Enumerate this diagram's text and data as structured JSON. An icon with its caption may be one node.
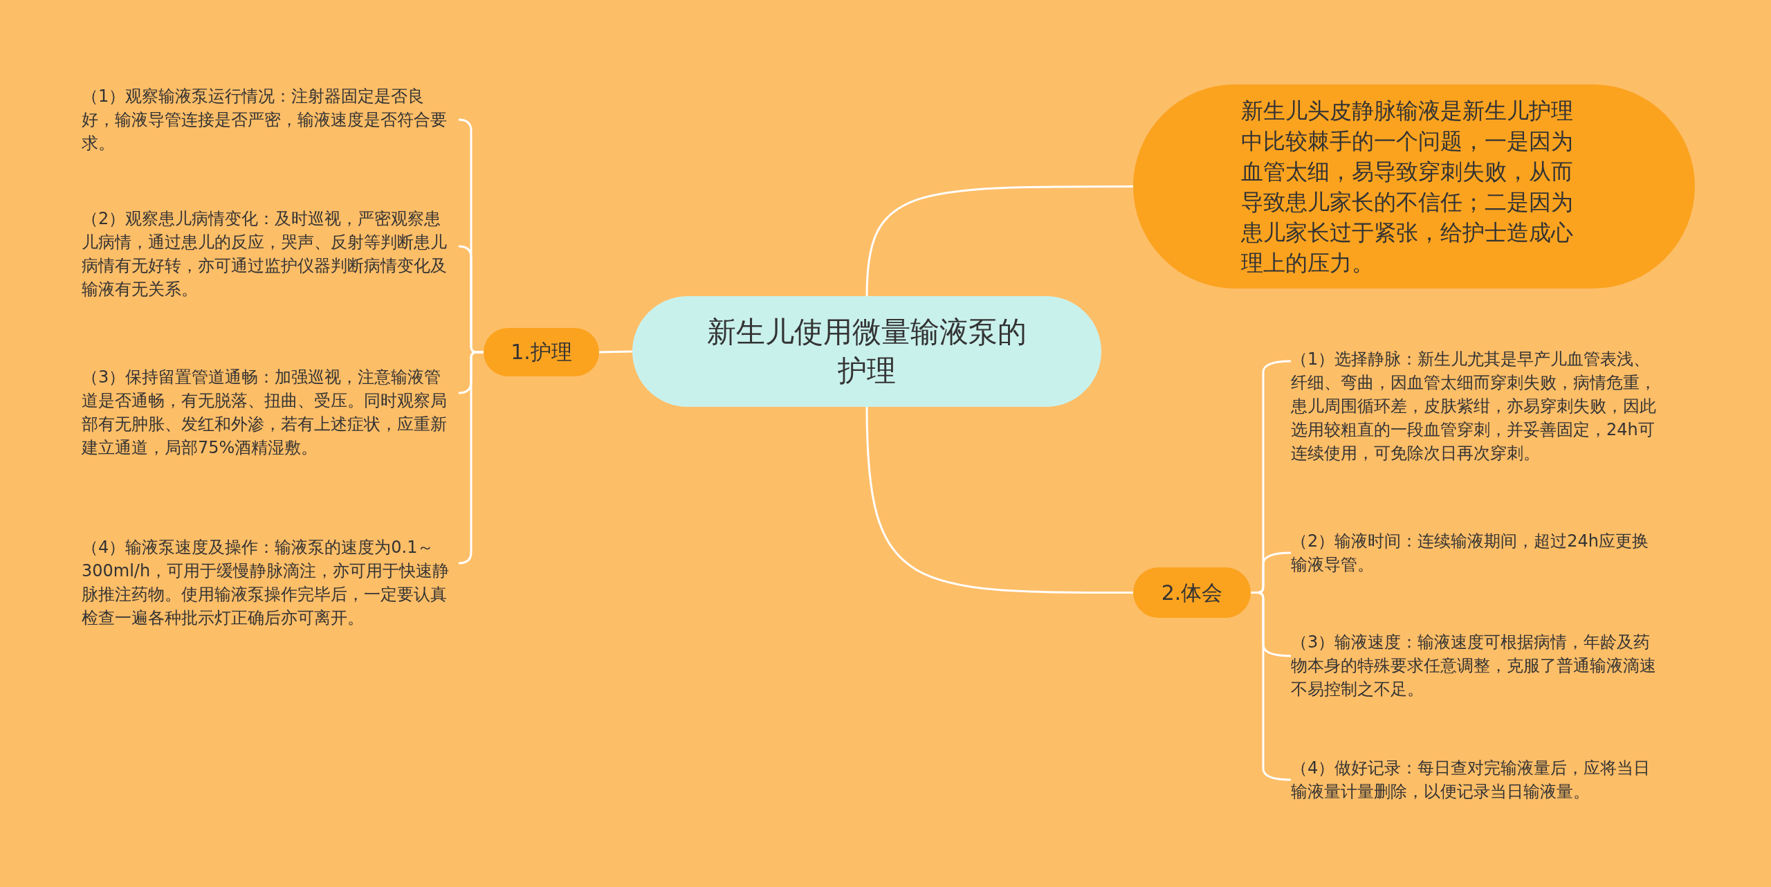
{
  "diagram": {
    "nodes": [
      {
        "text": [
          "新生儿使用微量输液泵的护理"
        ]
      },
      {
        "text": [
          "1.护理"
        ]
      },
      {
        "text": [
          "（1）观察输液泵运行情况：注射器固定是否良好，输液导管连接是否严密，输液速度是否符合要求。"
        ]
      },
      {
        "text": [
          "（2）观察患儿病情变化：及时巡视，严密观察患儿病情，通过患儿的反应，哭声、反射等判断患儿病情有无好转，亦可通过监护仪器判断病情变化及输液有无关系。"
        ]
      },
      {
        "text": [
          "（3）保持留置管道通畅：加强巡视，注意输液管道是否通畅，有无脱落、扭曲、受压。同时观察局部有无肿胀、发红和外渗，若有上述症状，应重新建立通道，局部75%酒精湿敷。"
        ]
      },
      {
        "text": [
          "（4）输液泵速度及操作：输液泵的速度为0.1～300ml/h，可用于缓慢静脉滴注，亦可用于快速静脉推注药物。使用输液泵操作完毕后，一定要认真检查一遍各种批示灯正确后亦可离开。"
        ]
      },
      {
        "text": [
          "新生儿头皮静脉输液是新生儿护理中比较棘手的一个问题，一是因为血管太细，易导致穿刺失败，从而导致患儿家长的不信任；二是因为患儿家长过于紧张，给护士造成心理上的压力。"
        ]
      },
      {
        "text": [
          "2.体会"
        ]
      },
      {
        "text": [
          "（1）选择静脉：新生儿尤其是早产儿血管表浅、纤细、弯曲，因血管太细而穿刺失败，病情危重，患儿周围循环差，皮肤紫绀，亦易穿刺失败，因此选用较粗直的一段血管穿刺，并妥善固定，24h可连续使用，可免除次日再次穿刺。"
        ]
      },
      {
        "text": [
          "（2）输液时间：连续输液期间，超过24h应更换输液导管。"
        ]
      },
      {
        "text": [
          "（3）输液速度：输液速度可根据病情，年龄及药物本身的特殊要求任意调整，克服了普通输液滴速不易控制之不足。"
        ]
      },
      {
        "text": [
          "（4）做好记录：每日查对完输液量后，应将当日输液量计量删除，以便记录当日输液量。"
        ]
      }
    ],
    "edges": [
      {
        "from": 0,
        "to": 1,
        "arrow": "none"
      },
      {
        "from": 0,
        "to": 6,
        "arrow": "none"
      },
      {
        "from": 0,
        "to": 7,
        "arrow": "none"
      },
      {
        "from": 1,
        "to": 2,
        "arrow": "none"
      },
      {
        "from": 1,
        "to": 3,
        "arrow": "none"
      },
      {
        "from": 1,
        "to": 4,
        "arrow": "none"
      },
      {
        "from": 1,
        "to": 5,
        "arrow": "none"
      },
      {
        "from": 7,
        "to": 8,
        "arrow": "none"
      },
      {
        "from": 7,
        "to": 9,
        "arrow": "none"
      },
      {
        "from": 7,
        "to": 10,
        "arrow": "none"
      },
      {
        "from": 7,
        "to": 11,
        "arrow": "none"
      }
    ]
  }
}
